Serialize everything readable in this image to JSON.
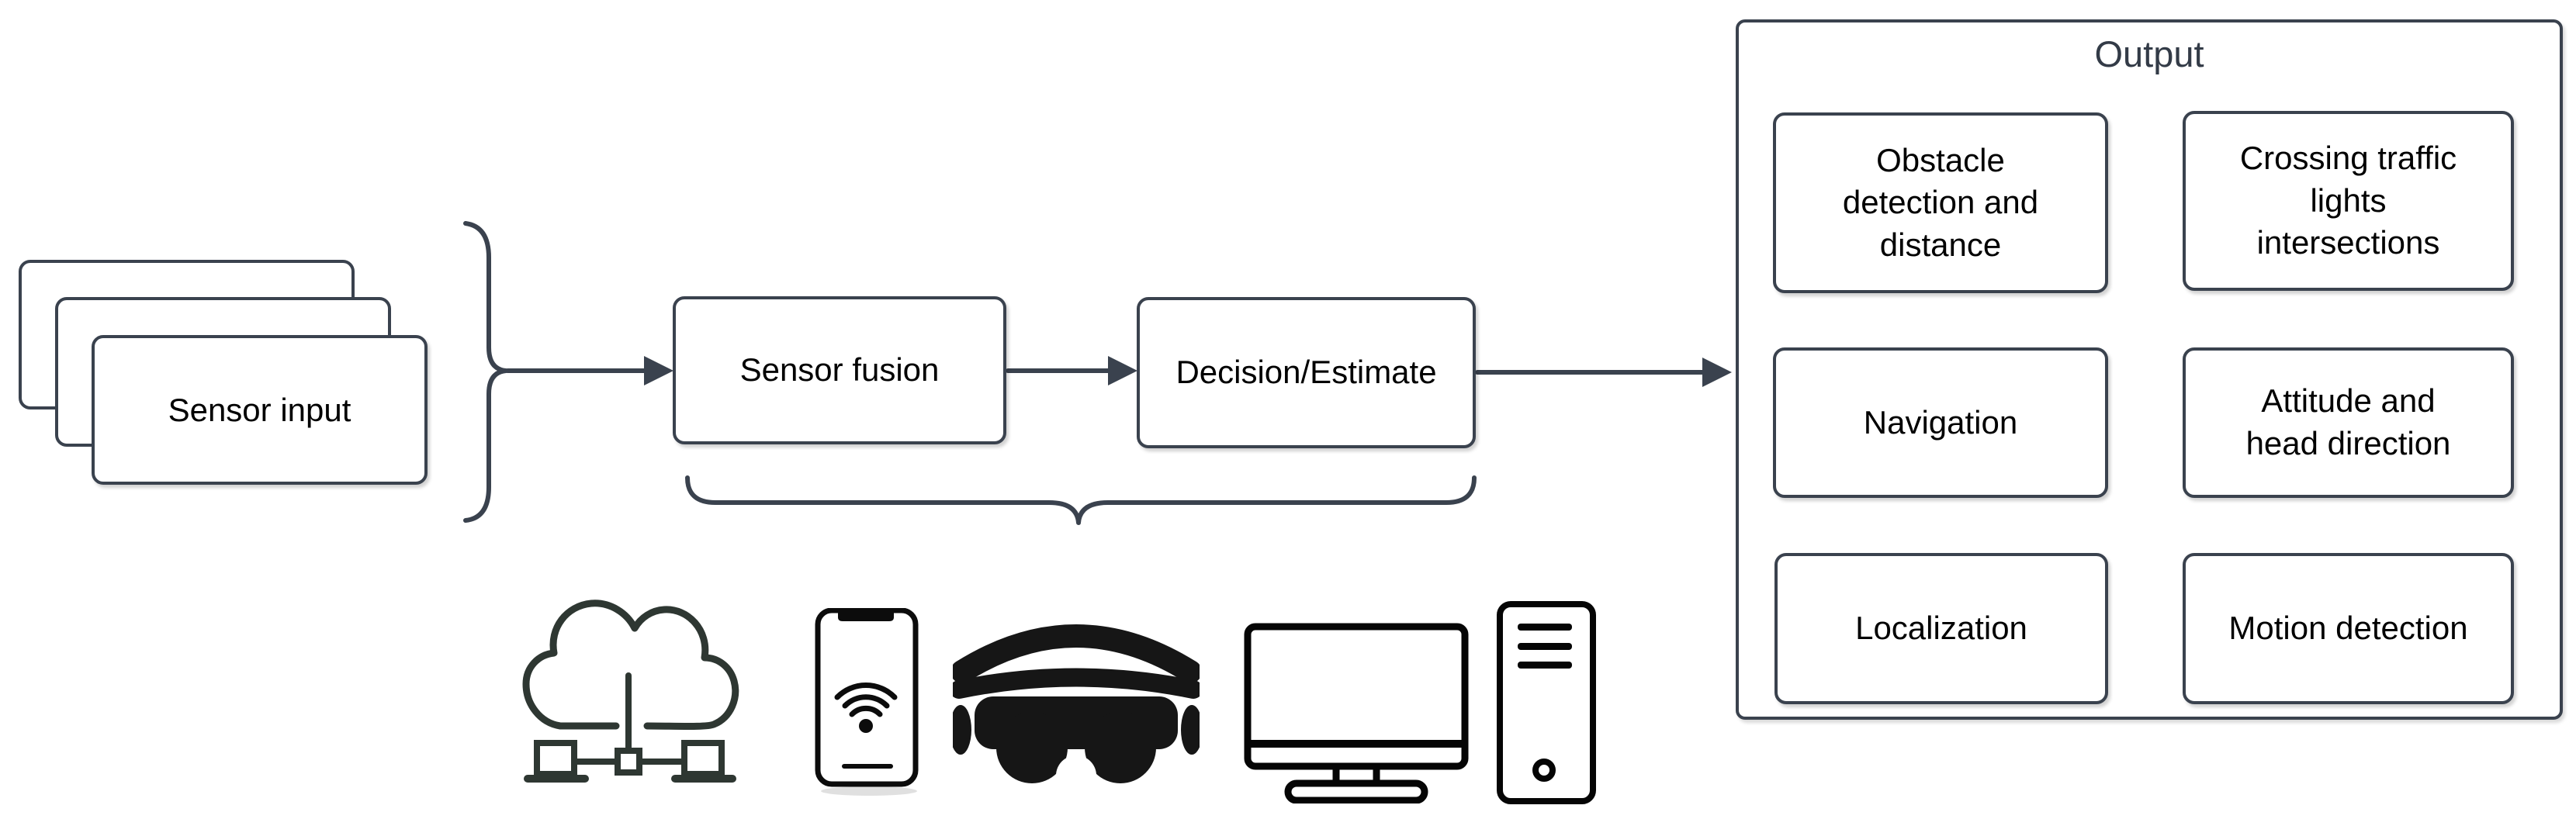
{
  "diagram": {
    "sensor_input": {
      "label": "Sensor input"
    },
    "sensor_fusion": {
      "label": "Sensor fusion"
    },
    "decision_estimate": {
      "label": "Decision/Estimate"
    },
    "output": {
      "title": "Output",
      "boxes": [
        {
          "label": [
            "Obstacle",
            "detection and",
            "distance"
          ]
        },
        {
          "label": [
            "Crossing traffic",
            "lights",
            "intersections"
          ]
        },
        {
          "label": "Navigation"
        },
        {
          "label": [
            "Attitude and",
            "head direction"
          ]
        },
        {
          "label": "Localization"
        },
        {
          "label": "Motion detection"
        }
      ]
    },
    "icons": [
      "cloud-network",
      "smartphone-wifi",
      "vr-headset",
      "desktop-monitor",
      "computer-tower"
    ],
    "colors": {
      "stroke": "#3a424e",
      "text": "#000000",
      "title_text": "#333b47",
      "icon": "#111111",
      "background": "#ffffff"
    }
  }
}
